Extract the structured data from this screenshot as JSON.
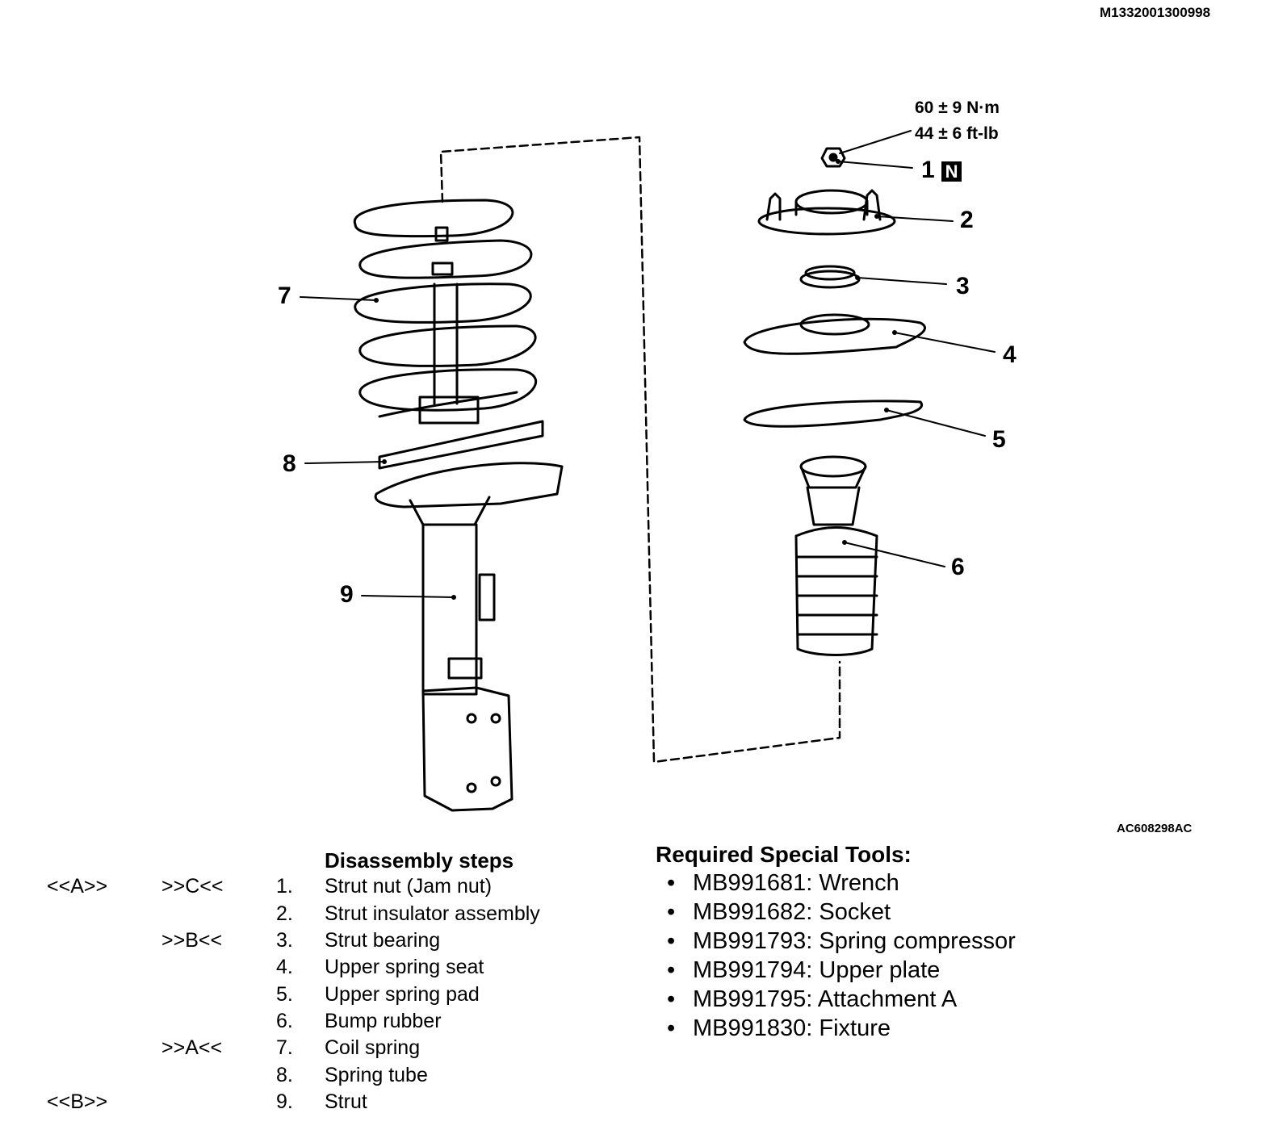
{
  "document_id": "M1332001300998",
  "figure_code": "AC608298AC",
  "torque": {
    "metric": "60 ± 9 N·m",
    "imperial": "44 ± 6 ft-lb"
  },
  "new_part_badge": "N",
  "callouts": {
    "c1": "1",
    "c2": "2",
    "c3": "3",
    "c4": "4",
    "c5": "5",
    "c6": "6",
    "c7": "7",
    "c8": "8",
    "c9": "9"
  },
  "disassembly": {
    "heading": "Disassembly steps",
    "steps": [
      {
        "tag_left": "<<A>>",
        "tag_right": ">>C<<",
        "num": "1.",
        "label": "Strut nut (Jam nut)"
      },
      {
        "tag_left": "",
        "tag_right": "",
        "num": "2.",
        "label": "Strut insulator assembly"
      },
      {
        "tag_left": "",
        "tag_right": ">>B<<",
        "num": "3.",
        "label": "Strut bearing"
      },
      {
        "tag_left": "",
        "tag_right": "",
        "num": "4.",
        "label": "Upper spring seat"
      },
      {
        "tag_left": "",
        "tag_right": "",
        "num": "5.",
        "label": "Upper spring pad"
      },
      {
        "tag_left": "",
        "tag_right": "",
        "num": "6.",
        "label": "Bump rubber"
      },
      {
        "tag_left": "",
        "tag_right": ">>A<<",
        "num": "7.",
        "label": "Coil spring"
      },
      {
        "tag_left": "",
        "tag_right": "",
        "num": "8.",
        "label": "Spring tube"
      },
      {
        "tag_left": "<<B>>",
        "tag_right": "",
        "num": "9.",
        "label": "Strut"
      }
    ]
  },
  "special_tools": {
    "heading": "Required Special Tools:",
    "bullet": "•",
    "items": [
      "MB991681: Wrench",
      "MB991682: Socket",
      "MB991793: Spring compressor",
      "MB991794: Upper plate",
      "MB991795: Attachment A",
      "MB991830: Fixture"
    ]
  }
}
